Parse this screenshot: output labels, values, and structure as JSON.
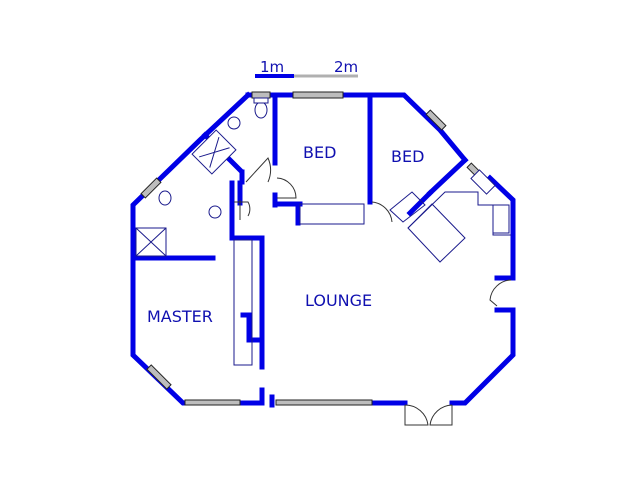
{
  "scale_bar": {
    "label_1": "1m",
    "label_2": "2m",
    "primary_color": "#0000e6",
    "secondary_color": "#b0b0b0"
  },
  "rooms": {
    "bed_1": "BED",
    "bed_2": "BED",
    "master": "MASTER",
    "lounge": "LOUNGE"
  },
  "colors": {
    "wall": "#0000e6",
    "label": "#1010b0",
    "window": "#bdbdbd"
  }
}
